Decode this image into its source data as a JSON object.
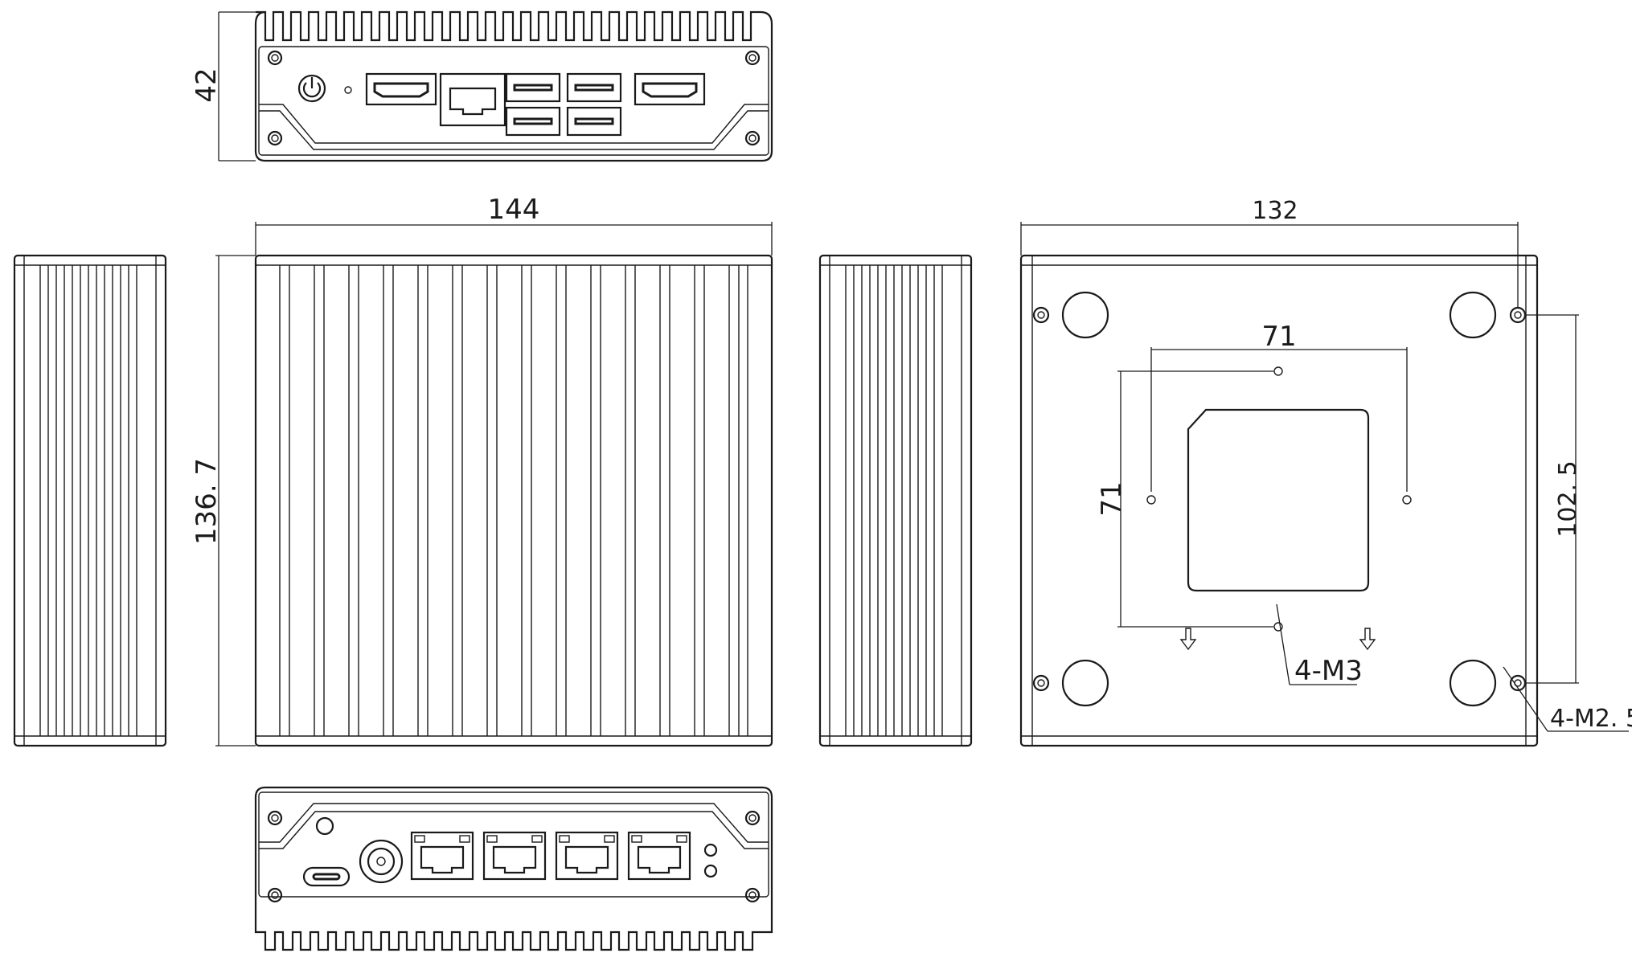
{
  "dimensions": {
    "height": "42",
    "width": "144",
    "depth": "136. 7",
    "bottom_width": "132",
    "vesa_horizontal": "71",
    "vesa_vertical": "71",
    "bottom_depth": "102. 5"
  },
  "callouts": {
    "vesa_screws": "4-M3",
    "corner_screws": "4-M2. 5"
  },
  "icons": {
    "power": "power-icon",
    "hdmi": "hdmi-port-icon",
    "rj45": "rj45-port-icon",
    "usb": "usb-port-icon",
    "usb_c": "usb-c-port-icon",
    "dc_jack": "dc-jack-icon"
  },
  "colors": {
    "line": "#1a1a1a",
    "background": "#ffffff"
  }
}
